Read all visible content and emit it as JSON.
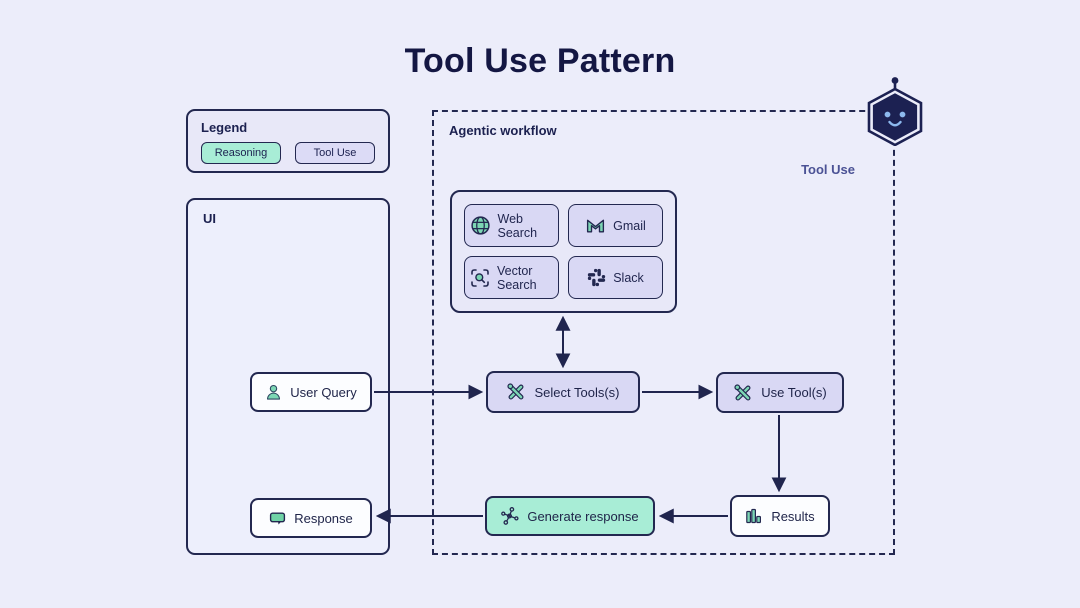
{
  "title": "Tool Use Pattern",
  "colors": {
    "background": "#ecedfa",
    "outline_navy": "#232850",
    "reasoning_mint": "#a8edd6",
    "tool_use_lavender": "#dcdbf6",
    "node_white": "#fcfdff",
    "icon_teal": "#7cd6b4",
    "annotation_indigo": "#4b5295",
    "robot_navy": "#1c2152",
    "robot_face_blue": "#8db9ee"
  },
  "legend": {
    "title": "Legend",
    "items": [
      {
        "label": "Reasoning",
        "type": "reasoning"
      },
      {
        "label": "Tool Use",
        "type": "tool-use"
      }
    ]
  },
  "ui_panel": {
    "title": "UI",
    "user_query": {
      "label": "User Query",
      "icon": "user-icon"
    },
    "response": {
      "label": "Response",
      "icon": "speech-bubble-icon"
    }
  },
  "workflow": {
    "title": "Agentic workflow",
    "annotation": "Tool Use",
    "tools": [
      {
        "label": "Web Search",
        "icon": "globe-icon"
      },
      {
        "label": "Gmail",
        "icon": "gmail-icon"
      },
      {
        "label": "Vector Search",
        "icon": "vector-search-icon"
      },
      {
        "label": "Slack",
        "icon": "slack-icon"
      }
    ],
    "select_tools": {
      "label": "Select Tools(s)",
      "icon": "crossed-tools-icon"
    },
    "use_tools": {
      "label": "Use Tool(s)",
      "icon": "crossed-tools-icon"
    },
    "results": {
      "label": "Results",
      "icon": "bar-chart-icon"
    },
    "generate_response": {
      "label": "Generate response",
      "icon": "network-icon"
    }
  },
  "robot": {
    "icon": "robot-icon"
  }
}
